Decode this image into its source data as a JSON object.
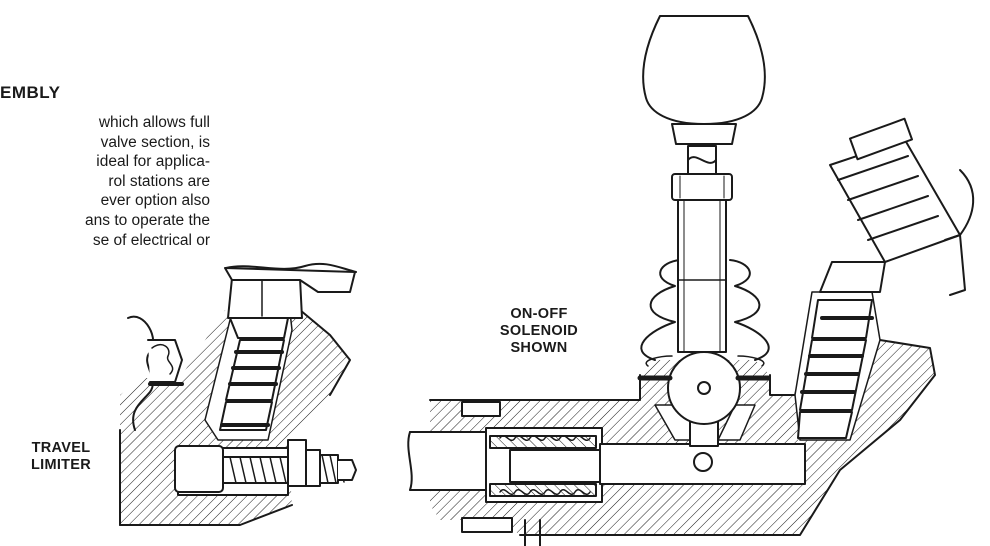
{
  "text": {
    "heading": "EMBLY",
    "paragraph_lines": [
      "which allows full",
      "valve section, is",
      "ideal for applica-",
      "rol stations are",
      "ever option also",
      "ans to operate the",
      "se of electrical or"
    ]
  },
  "labels": {
    "travel_limiter": [
      "TRAVEL",
      "LIMITER"
    ],
    "onoff_solenoid": [
      "ON-OFF",
      "SOLENOID",
      "SHOWN"
    ]
  },
  "colors": {
    "ink": "#1a1a1a",
    "background": "#ffffff"
  }
}
